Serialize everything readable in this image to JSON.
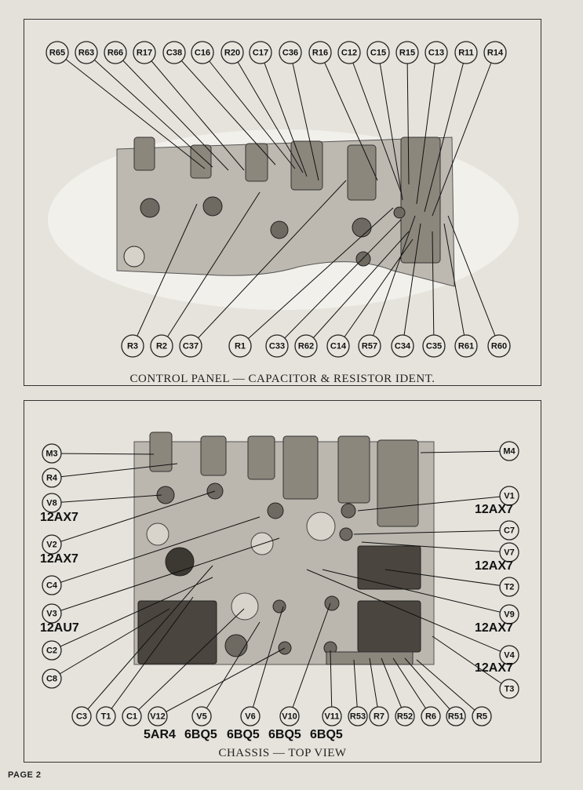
{
  "panel1": {
    "caption": "CONTROL PANEL — CAPACITOR & RESISTOR IDENT.",
    "top_labels": [
      "R65",
      "R63",
      "R66",
      "R17",
      "C38",
      "C16",
      "R20",
      "C17",
      "C36",
      "R16",
      "C12",
      "C15",
      "R15",
      "C13",
      "R11",
      "R14"
    ],
    "bottom_labels": [
      "R3",
      "R2",
      "C37",
      "R1",
      "C33",
      "R62",
      "C14",
      "R57",
      "C34",
      "C35",
      "R61",
      "R60"
    ]
  },
  "panel2": {
    "caption": "CHASSIS — TOP VIEW",
    "left_labels": [
      "M3",
      "R4",
      "V8",
      "V2",
      "C4",
      "V3",
      "C2",
      "C8"
    ],
    "left_tubes": {
      "V8": "12AX7",
      "V2": "12AX7",
      "V3": "12AU7"
    },
    "right_labels": [
      "M4",
      "V1",
      "C7",
      "V7",
      "T2",
      "V9",
      "V4",
      "T3"
    ],
    "right_tubes": {
      "V1": "12AX7",
      "V7": "12AX7",
      "V9": "12AX7",
      "V4": "12AX7"
    },
    "bottom_labels": [
      "C3",
      "T1",
      "C1",
      "V12",
      "V5",
      "V6",
      "V10",
      "V11",
      "R53",
      "R7",
      "R52",
      "R6",
      "R51",
      "R5"
    ],
    "bottom_tubes": [
      "5AR4",
      "6BQ5",
      "6BQ5",
      "6BQ5",
      "6BQ5"
    ]
  },
  "page_label": "PAGE 2"
}
